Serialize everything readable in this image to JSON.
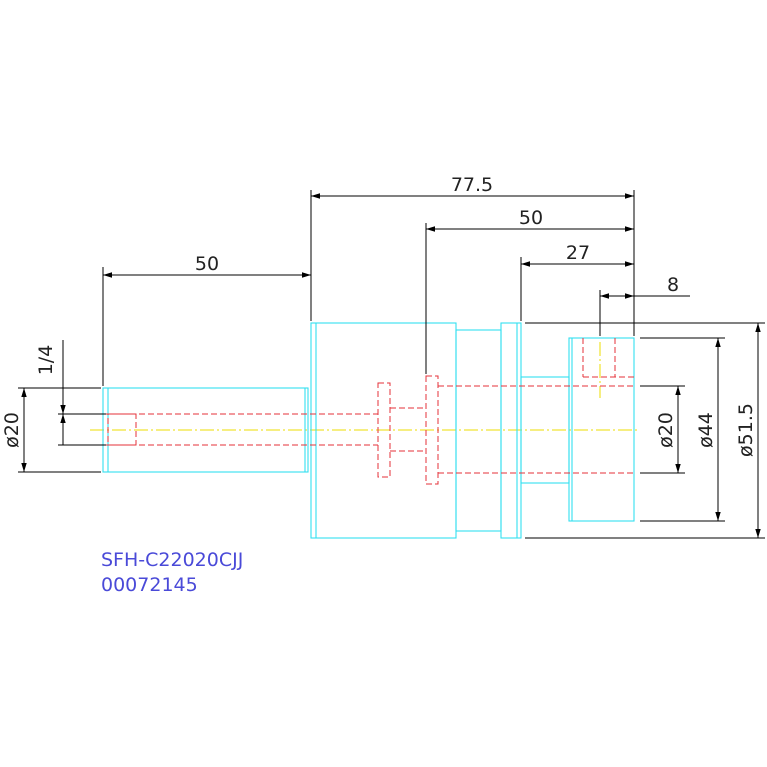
{
  "colors": {
    "outline": "#33e0f0",
    "hidden": "#e5323a",
    "center": "#eedd00",
    "dimension": "#000000",
    "label": "#4a4ad8"
  },
  "dimensions": {
    "d1": "77.5",
    "d2": "50",
    "d3": "27",
    "d4": "8",
    "d5": "50",
    "d6": "1/4",
    "d7": "ø20",
    "d8": "ø20",
    "d9": "ø44",
    "d10": "ø51.5"
  },
  "labels": {
    "part_number": "SFH-C22020CJJ",
    "code": "00072145"
  }
}
